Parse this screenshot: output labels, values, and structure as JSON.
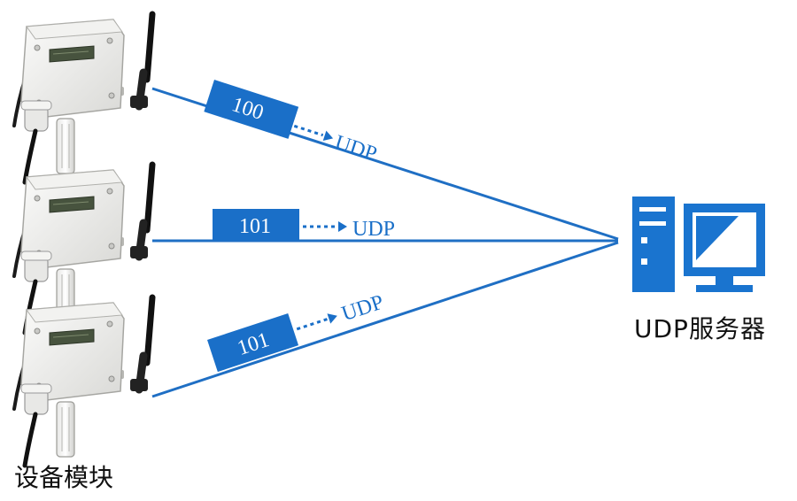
{
  "diagram": {
    "packets": [
      {
        "id": "100",
        "protocol": "UDP"
      },
      {
        "id": "101",
        "protocol": "UDP"
      },
      {
        "id": "101",
        "protocol": "UDP"
      }
    ],
    "server_label": "UDP服务器",
    "device_label": "设备模块",
    "colors": {
      "link": "#1f6fc4",
      "packet": "#1a6fc8",
      "server": "#1a74cf",
      "text": "#111111"
    },
    "icons": [
      "wireless-sensor-device-icon",
      "server-computer-icon"
    ]
  }
}
